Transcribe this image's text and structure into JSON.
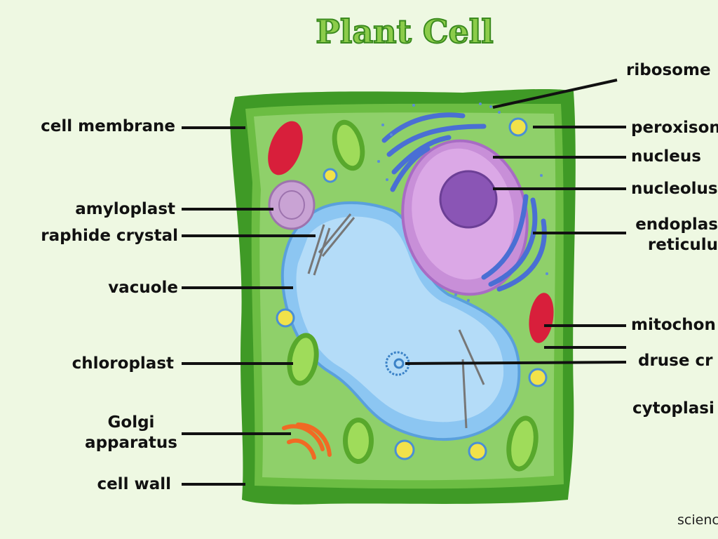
{
  "title": "Plant Cell",
  "labels": {
    "cell_membrane": "cell membrane",
    "amyloplast": "amyloplast",
    "raphide_crystal": "raphide crystal",
    "vacuole": "vacuole",
    "chloroplast": "chloroplast",
    "golgi": "Golgi\napparatus",
    "cell_wall": "cell wall",
    "ribosome": "ribosome",
    "peroxisome": "peroxison",
    "nucleus": "nucleus",
    "nucleolus": "nucleolus",
    "endoplasmic": "endoplas\nreticulu",
    "mitochondrion": "mitochon",
    "druse_crystal": "druse cr",
    "cytoplasm": "cytoplasi"
  },
  "credit": "scienc",
  "colors": {
    "cell_wall": "#3f9a26",
    "cytoplasm": "#8fd06a",
    "vacuole": "#a6d6f7",
    "nucleus": "#d4a0e0",
    "nucleolus": "#8a55b5",
    "er": "#4a6fd4",
    "chloroplast": "#6cc23a",
    "mitochondrion": "#d81f3b",
    "golgi": "#f06a24",
    "peroxisome": "#f2e24a"
  }
}
